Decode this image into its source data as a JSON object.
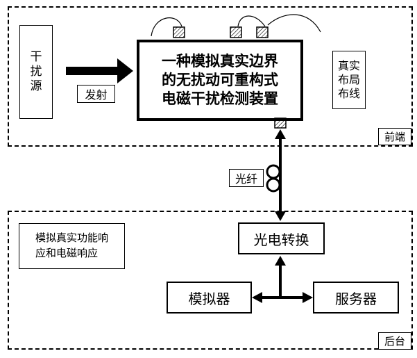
{
  "front_end": {
    "section_label": "前端",
    "interference_source": "干\n扰\n源",
    "emit_label": "发射",
    "device_title": "一种模拟真实边界\n的无扰动可重构式\n电磁干扰检测装置",
    "wiring_label": "真实\n布局\n布线"
  },
  "link": {
    "fiber_label": "光纤"
  },
  "back_end": {
    "section_label": "后台",
    "response_label": "模拟真实功能响\n应和电磁响应",
    "converter": "光电转换",
    "simulator": "模拟器",
    "server": "服务器"
  }
}
